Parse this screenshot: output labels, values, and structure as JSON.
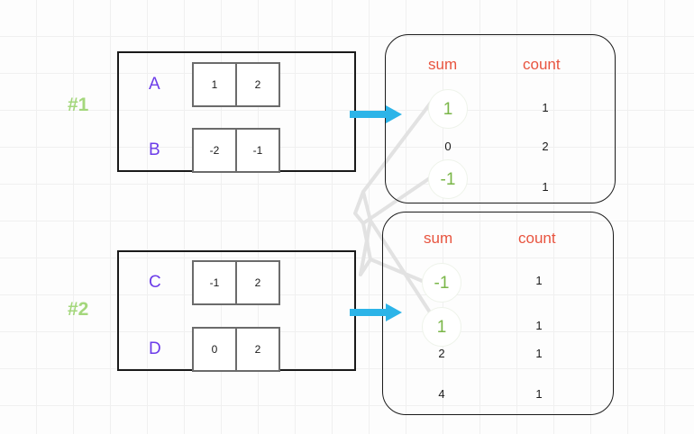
{
  "diagram": {
    "title": "partition aggregation diagram",
    "colors": {
      "background": "#fdfdfd",
      "grid": "#f0f0f0",
      "step_label": "#a4d77c",
      "row_label": "#6c3ce9",
      "header": "#e8543f",
      "circled_value": "#7ab648",
      "arrow": "#2cb4e8",
      "link_line": "#e0e0e0",
      "box_border": "#1a1a1a",
      "cell_border": "#6b6b6b"
    }
  },
  "steps": [
    {
      "label": "#1"
    },
    {
      "label": "#2"
    }
  ],
  "partitions": [
    {
      "name": "partition-1",
      "rows": [
        {
          "label": "A",
          "cells": [
            "1",
            "2"
          ]
        },
        {
          "label": "B",
          "cells": [
            "-2",
            "-1"
          ]
        }
      ]
    },
    {
      "name": "partition-2",
      "rows": [
        {
          "label": "C",
          "cells": [
            "-1",
            "2"
          ]
        },
        {
          "label": "D",
          "cells": [
            "0",
            "2"
          ]
        }
      ]
    }
  ],
  "aggregates": [
    {
      "name": "aggregate-table-1",
      "headers": {
        "sum": "sum",
        "count": "count"
      },
      "rows": [
        {
          "sum": "1",
          "count": "1",
          "highlighted": true
        },
        {
          "sum": "0",
          "count": "2",
          "highlighted": false
        },
        {
          "sum": "-1",
          "count": "1",
          "highlighted": true
        }
      ]
    },
    {
      "name": "aggregate-table-2",
      "headers": {
        "sum": "sum",
        "count": "count"
      },
      "rows": [
        {
          "sum": "-1",
          "count": "1",
          "highlighted": true
        },
        {
          "sum": "1",
          "count": "1",
          "highlighted": true
        },
        {
          "sum": "2",
          "count": "1",
          "highlighted": false
        },
        {
          "sum": "4",
          "count": "1",
          "highlighted": false
        }
      ]
    }
  ],
  "chart_data": {
    "type": "table",
    "title": "partition sums and counts",
    "tables": [
      {
        "name": "#1",
        "columns": [
          "sum",
          "count"
        ],
        "rows": [
          [
            "1",
            "1"
          ],
          [
            "0",
            "2"
          ],
          [
            "-1",
            "1"
          ]
        ]
      },
      {
        "name": "#2",
        "columns": [
          "sum",
          "count"
        ],
        "rows": [
          [
            "-1",
            "1"
          ],
          [
            "1",
            "1"
          ],
          [
            "2",
            "1"
          ],
          [
            "4",
            "1"
          ]
        ]
      }
    ]
  }
}
